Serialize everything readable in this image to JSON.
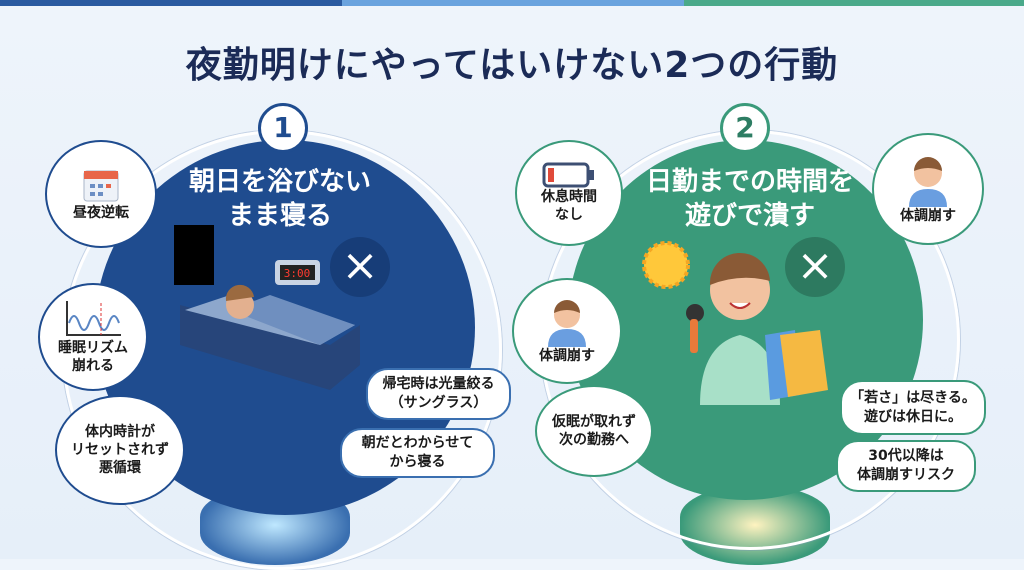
{
  "title": "夜勤明けにやってはいけない2つの行動",
  "colors": {
    "blue": "#1f4c8f",
    "green": "#3a9a7a",
    "title": "#1b2b57",
    "top_bar": [
      "#2a5aa0",
      "#6aa3de",
      "#4aa98a"
    ]
  },
  "panels": [
    {
      "number": "1",
      "heading": [
        "朝日を浴びない",
        "まま寝る"
      ],
      "illustration": "sleeping-person-in-bed-with-clock-icon",
      "clock_text": "3:00",
      "mark": "×",
      "bubbles": [
        {
          "icon": "calendar-icon",
          "text": [
            "昼夜逆転"
          ]
        },
        {
          "icon": "rhythm-chart-icon",
          "text": [
            "睡眠リズム",
            "崩れる"
          ]
        },
        {
          "icon": "",
          "text": [
            "体内時計が",
            "リセットされず",
            "悪循環"
          ]
        }
      ],
      "tips": [
        "帰宅時は光量絞る\n（サングラス）",
        "朝だとわからせて\nから寝る"
      ]
    },
    {
      "number": "2",
      "heading": [
        "日勤までの時間を",
        "遊びで潰す"
      ],
      "illustration": "person-with-microphone-and-shopping-bags-icon",
      "mark": "×",
      "bubbles": [
        {
          "icon": "low-battery-icon",
          "text": [
            "休息時間",
            "なし"
          ]
        },
        {
          "icon": "tired-person-icon",
          "text": [
            "体調崩す"
          ]
        },
        {
          "icon": "",
          "text": [
            "仮眠が取れず",
            "次の勤務へ"
          ]
        },
        {
          "icon": "sick-person-icon",
          "text": [
            "体調崩す"
          ]
        }
      ],
      "tips": [
        "「若さ」は尽きる。\n遊びは休日に。",
        "30代以降は\n体調崩すリスク"
      ]
    }
  ]
}
